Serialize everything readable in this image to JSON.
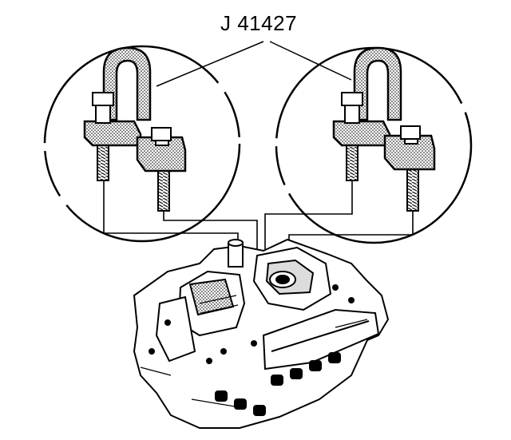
{
  "diagram": {
    "tool_label": "J 41427",
    "colors": {
      "ink": "#000000",
      "paper": "#ffffff",
      "stipple": "#9a9a9a"
    },
    "parts": [
      {
        "id": "lift-bracket-left",
        "description_icon": "engine-lift-bracket-icon"
      },
      {
        "id": "lift-bracket-right",
        "description_icon": "engine-lift-bracket-icon"
      },
      {
        "id": "engine-block",
        "description_icon": "v8-engine-icon"
      }
    ]
  }
}
